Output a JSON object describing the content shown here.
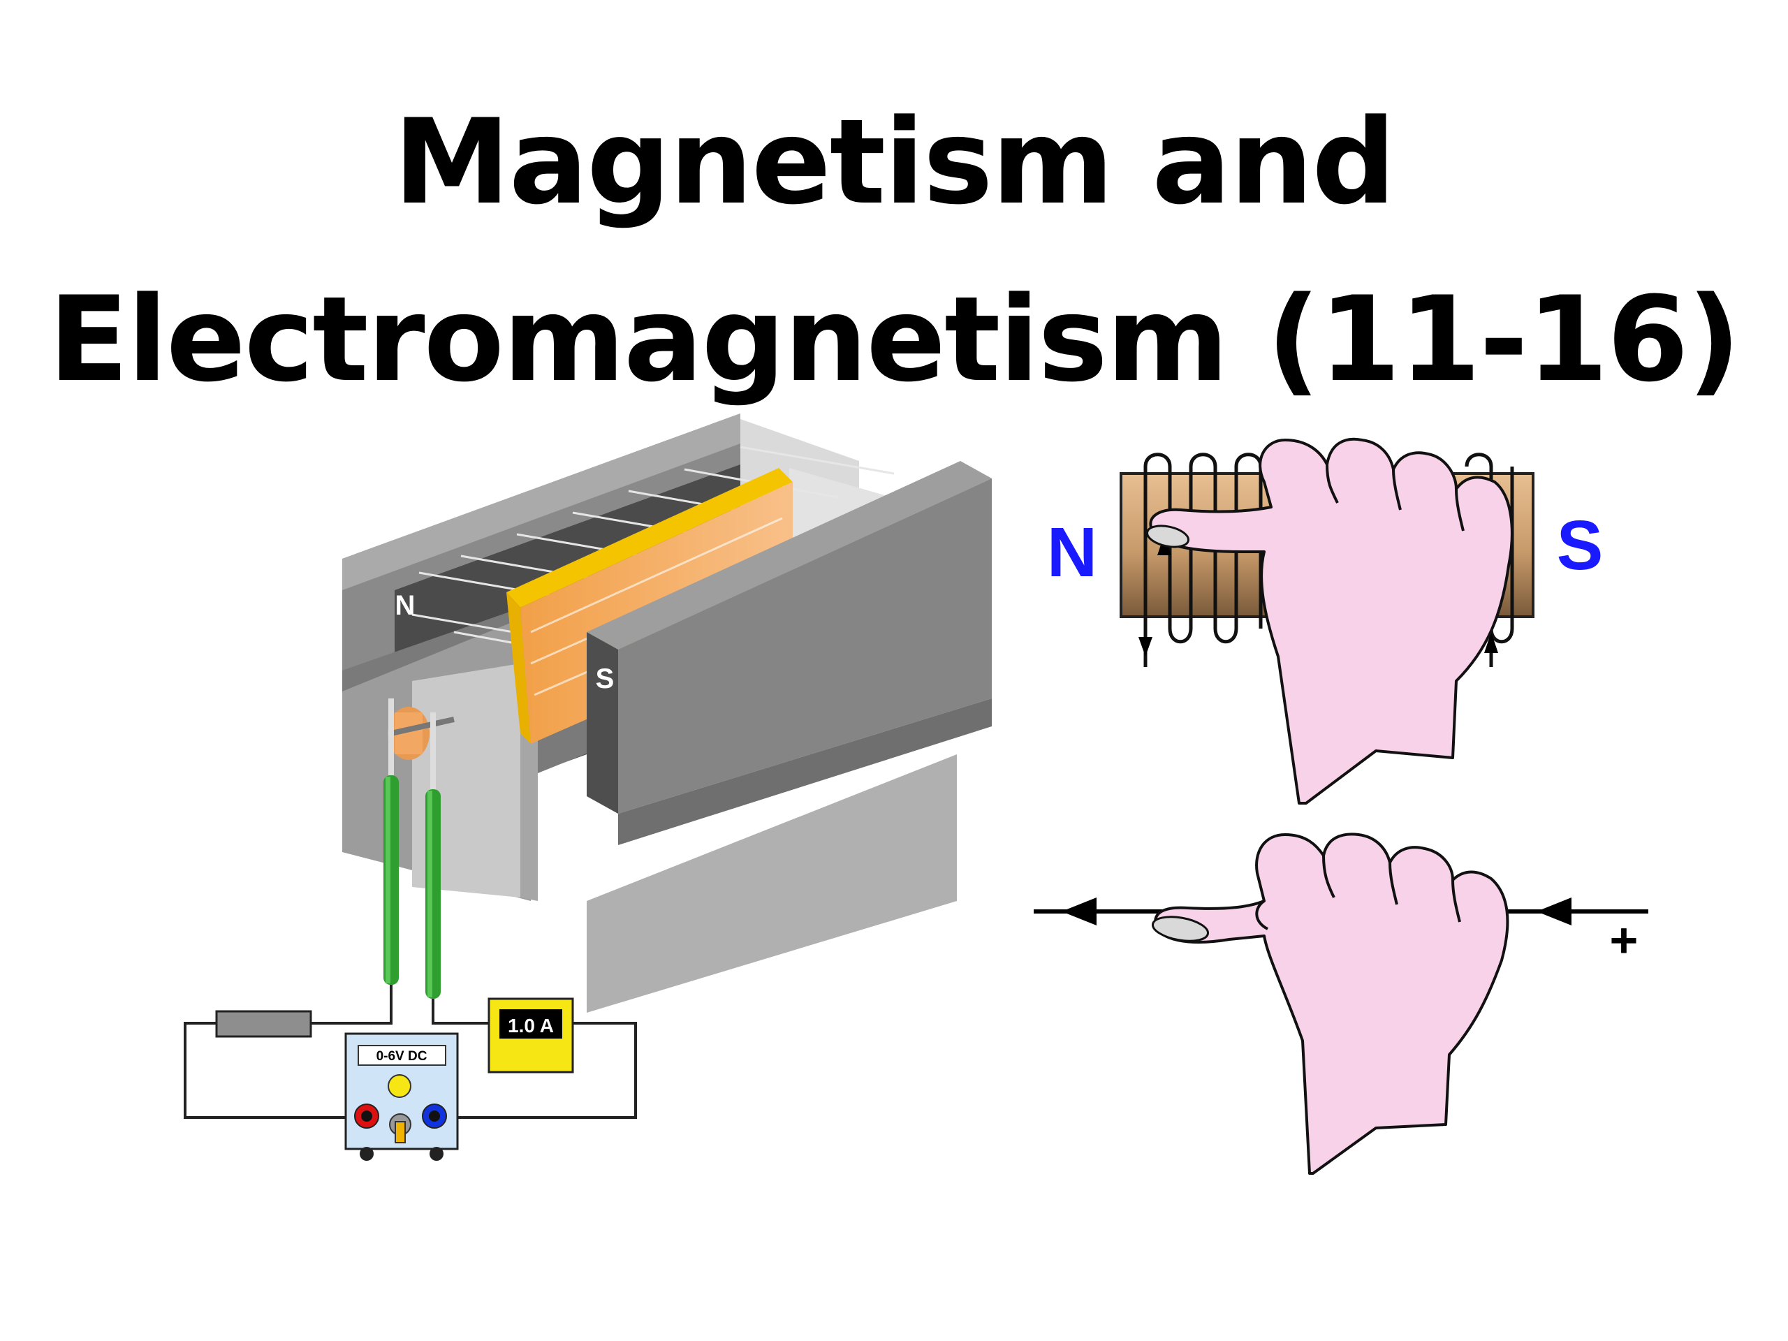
{
  "title": {
    "line1": "Magnetism and",
    "line2": "Electromagnetism (11-16)"
  },
  "motor_apparatus": {
    "north_label": "N",
    "south_label": "S",
    "power_supply_label": "0-6V DC",
    "ammeter_reading": "1.0 A"
  },
  "solenoid_diagram": {
    "north_label": "N",
    "south_label": "S",
    "pole_label_color": "#1a1aff"
  },
  "wire_diagram": {
    "terminal_label": "+"
  },
  "colors": {
    "hand_fill": "#f7d2e8",
    "coil_core": "#c8996a",
    "foil": "#f4a95c",
    "rails": "#2e9e2e",
    "ammeter": "#f5e614"
  }
}
